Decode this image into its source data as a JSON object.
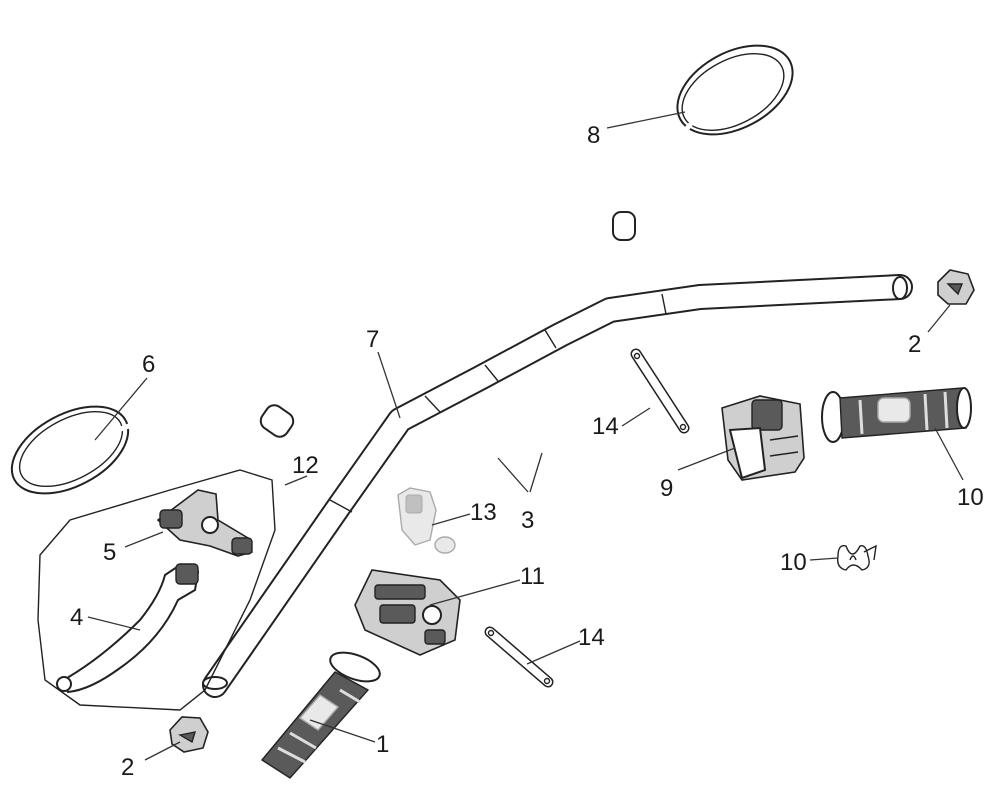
{
  "diagram": {
    "callouts": [
      {
        "id": "c1",
        "text": "1"
      },
      {
        "id": "c2a",
        "text": "2"
      },
      {
        "id": "c2b",
        "text": "2"
      },
      {
        "id": "c3",
        "text": "3"
      },
      {
        "id": "c4",
        "text": "4"
      },
      {
        "id": "c5",
        "text": "5"
      },
      {
        "id": "c6",
        "text": "6"
      },
      {
        "id": "c7",
        "text": "7"
      },
      {
        "id": "c8",
        "text": "8"
      },
      {
        "id": "c9",
        "text": "9"
      },
      {
        "id": "c10a",
        "text": "10"
      },
      {
        "id": "c10b",
        "text": "10"
      },
      {
        "id": "c11",
        "text": "11"
      },
      {
        "id": "c12",
        "text": "12"
      },
      {
        "id": "c13",
        "text": "13"
      },
      {
        "id": "c14a",
        "text": "14"
      },
      {
        "id": "c14b",
        "text": "14"
      }
    ]
  }
}
